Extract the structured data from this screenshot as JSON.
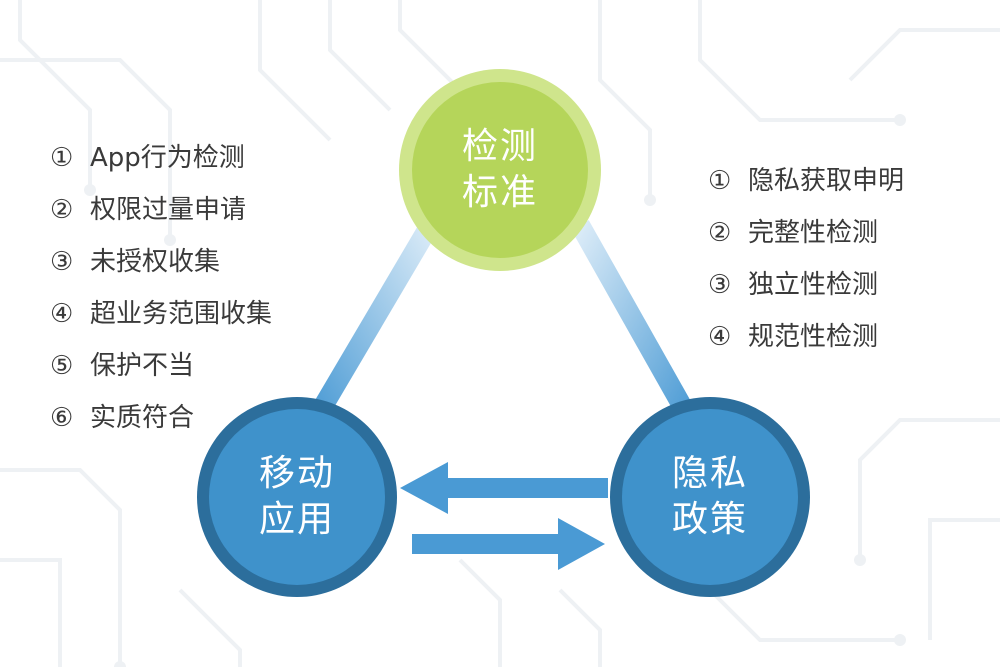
{
  "diagram": {
    "top_node": {
      "line1": "检测",
      "line2": "标准"
    },
    "left_node": {
      "line1": "移动",
      "line2": "应用"
    },
    "right_node": {
      "line1": "隐私",
      "line2": "政策"
    },
    "left_list": [
      {
        "num": "①",
        "text": "App行为检测"
      },
      {
        "num": "②",
        "text": "权限过量申请"
      },
      {
        "num": "③",
        "text": "未授权收集"
      },
      {
        "num": "④",
        "text": "超业务范围收集"
      },
      {
        "num": "⑤",
        "text": "保护不当"
      },
      {
        "num": "⑥",
        "text": "实质符合"
      }
    ],
    "right_list": [
      {
        "num": "①",
        "text": "隐私获取申明"
      },
      {
        "num": "②",
        "text": "完整性检测"
      },
      {
        "num": "③",
        "text": "独立性检测"
      },
      {
        "num": "④",
        "text": "规范性检测"
      }
    ]
  },
  "colors": {
    "top_node_fill": "#b5d55a",
    "top_node_ring": "#cfe58c",
    "bottom_node_fill": "#3f92cb",
    "bottom_node_ring": "#2c6e9c",
    "connector_start": "#dcecf8",
    "connector_end": "#4a9ad4",
    "arrow": "#4a9ad4",
    "text": "#3a3a3a"
  }
}
